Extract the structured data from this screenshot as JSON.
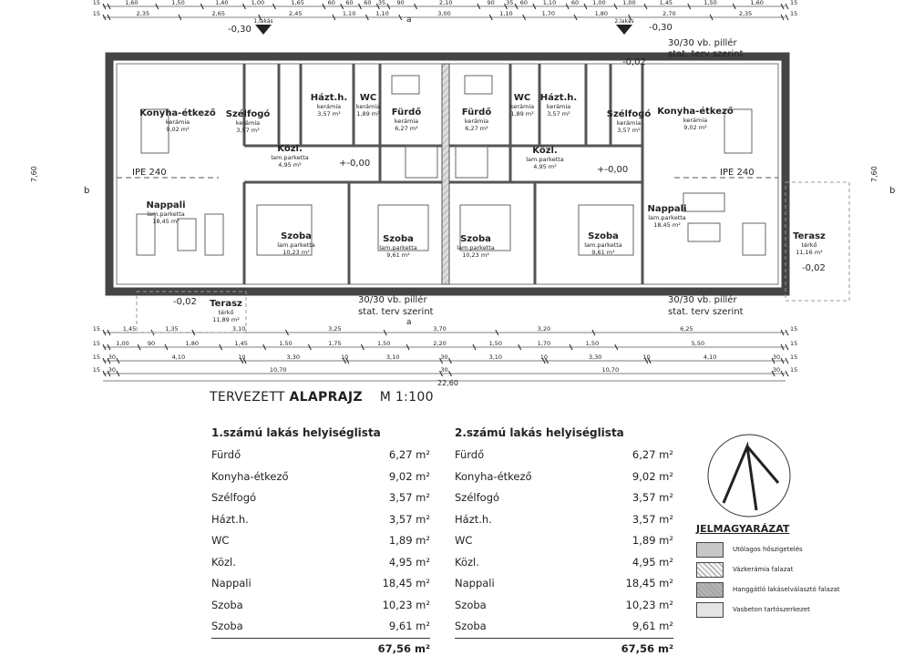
{
  "drawing": {
    "title_prefix": "TERVEZETT",
    "title_main": "ALAPRAJZ",
    "scale": "M 1:100"
  },
  "levels": {
    "entrance": "-0,30",
    "floor": "+-0,00",
    "terrace": "-0,02",
    "entry_left": "1.lakás",
    "entry_right": "2.lakás"
  },
  "notes": {
    "pillar": "30/30 vb. pillér",
    "pillar_sub": "stat. terv szerint",
    "beam": "IPE 240",
    "section": "a",
    "section_b": "b"
  },
  "rooms": [
    {
      "name": "Konyha-étkező",
      "floor": "kerámia",
      "area": "9,02 m²"
    },
    {
      "name": "Szélfogó",
      "floor": "kerámia",
      "area": "3,57 m²"
    },
    {
      "name": "Házt.h.",
      "floor": "kerámia",
      "area": "3,57 m²"
    },
    {
      "name": "WC",
      "floor": "kerámia",
      "area": "1,89 m²"
    },
    {
      "name": "Fürdő",
      "floor": "kerámia",
      "area": "6,27 m²"
    },
    {
      "name": "Közl.",
      "floor": "lam.parketta",
      "area": "4,95 m²"
    },
    {
      "name": "Nappali",
      "floor": "lam.parketta",
      "area": "18,45 m²"
    },
    {
      "name": "Szoba",
      "floor": "lam.parketta",
      "area": "10,23 m²"
    },
    {
      "name": "Szoba",
      "floor": "lam.parketta",
      "area": "9,61 m²"
    },
    {
      "name": "Terasz",
      "floor": "térkő",
      "area": "11,89 m²"
    },
    {
      "name": "Terasz",
      "floor": "térkő",
      "area": "11,16 m²"
    }
  ],
  "dimensions": {
    "top1": [
      "15",
      "1,60",
      "1,50",
      "1,40",
      "1,00",
      "1,65",
      "60",
      "60",
      "60",
      "35",
      "90",
      "2,10",
      "90",
      "35",
      "60",
      "1,10",
      "60",
      "1,00",
      "1,00",
      "1,45",
      "1,50",
      "1,60",
      "15"
    ],
    "top2": [
      "15",
      "2,35",
      "2,65",
      "2,45",
      "1,10",
      "1,10",
      "3,00",
      "1,10",
      "1,70",
      "1,80",
      "2,70",
      "2,35",
      "15"
    ],
    "bottom1": [
      "15",
      "1,45",
      "1,35",
      "3,10",
      "3,25",
      "3,70",
      "3,20",
      "6,25",
      "15"
    ],
    "bottom2": [
      "15",
      "1,00",
      "90",
      "1,80",
      "1,45",
      "1,50",
      "1,75",
      "1,50",
      "2,20",
      "1,50",
      "1,70",
      "1,50",
      "5,50",
      "15"
    ],
    "bottom3": [
      "15",
      "30",
      "4,10",
      "10",
      "3,30",
      "10",
      "3,10",
      "30",
      "3,10",
      "10",
      "3,30",
      "10",
      "4,10",
      "30",
      "15"
    ],
    "bottom4": [
      "15",
      "30",
      "10,70",
      "30",
      "10,70",
      "30",
      "15"
    ],
    "total": "22,60",
    "height": "7,60"
  },
  "tables": [
    {
      "title": "1.számú lakás helyiséglista",
      "rows": [
        {
          "name": "Fürdő",
          "area": "6,27 m²"
        },
        {
          "name": "Konyha-étkező",
          "area": "9,02 m²"
        },
        {
          "name": "Szélfogó",
          "area": "3,57 m²"
        },
        {
          "name": "Házt.h.",
          "area": "3,57 m²"
        },
        {
          "name": "WC",
          "area": "1,89 m²"
        },
        {
          "name": "Közl.",
          "area": "4,95 m²"
        },
        {
          "name": "Nappali",
          "area": "18,45 m²"
        },
        {
          "name": "Szoba",
          "area": "10,23 m²"
        },
        {
          "name": "Szoba",
          "area": "9,61 m²"
        }
      ],
      "total": "67,56 m²"
    },
    {
      "title": "2.számú lakás helyiséglista",
      "rows": [
        {
          "name": "Fürdő",
          "area": "6,27 m²"
        },
        {
          "name": "Konyha-étkező",
          "area": "9,02 m²"
        },
        {
          "name": "Szélfogó",
          "area": "3,57 m²"
        },
        {
          "name": "Házt.h.",
          "area": "3,57 m²"
        },
        {
          "name": "WC",
          "area": "1,89 m²"
        },
        {
          "name": "Közl.",
          "area": "4,95 m²"
        },
        {
          "name": "Nappali",
          "area": "18,45 m²"
        },
        {
          "name": "Szoba",
          "area": "10,23 m²"
        },
        {
          "name": "Szoba",
          "area": "9,61 m²"
        }
      ],
      "total": "67,56 m²"
    }
  ],
  "legend": {
    "title": "JELMAGYARÁZAT",
    "items": [
      {
        "label": "Utólagos hőszigetelés",
        "color": "#c8c8c8"
      },
      {
        "label": "Vázkerámia falazat",
        "color": "#f4f4f4"
      },
      {
        "label": "Hanggátló lakáselválasztó falazat",
        "color": "#b4b4b4"
      },
      {
        "label": "Vasbeton tartószerkezet",
        "color": "#e4e4e4"
      }
    ]
  }
}
